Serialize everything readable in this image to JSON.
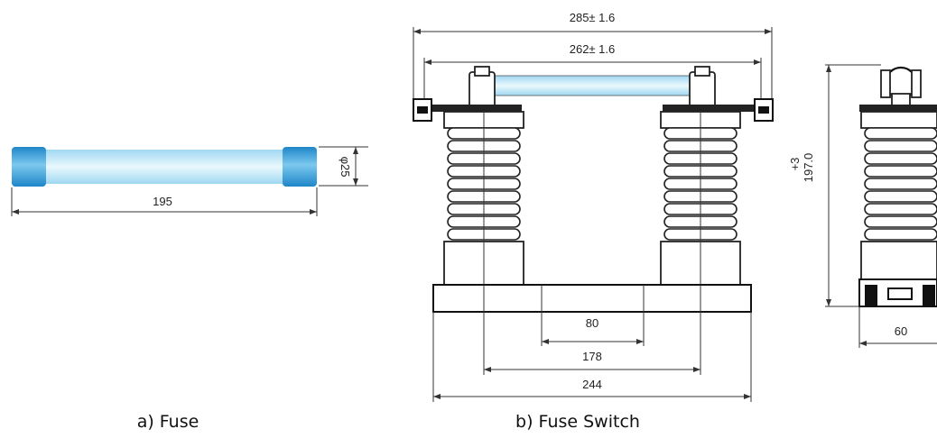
{
  "fuse": {
    "caption": "a) Fuse",
    "dim_length": "195",
    "dim_diameter": "φ25"
  },
  "fuse_switch": {
    "caption": "b) Fuse Switch",
    "dim_overall": "285± 1.6",
    "dim_contacts": "262± 1.6",
    "dim_inner": "80",
    "dim_mid": "178",
    "dim_base": "244"
  },
  "side_view": {
    "dim_height": "197.0",
    "dim_height_tol": "+3",
    "dim_width": "60"
  },
  "colors": {
    "fuse_cap": "#3aa0dc",
    "fuse_tube": "#bfe6f7",
    "line": "#333333"
  }
}
